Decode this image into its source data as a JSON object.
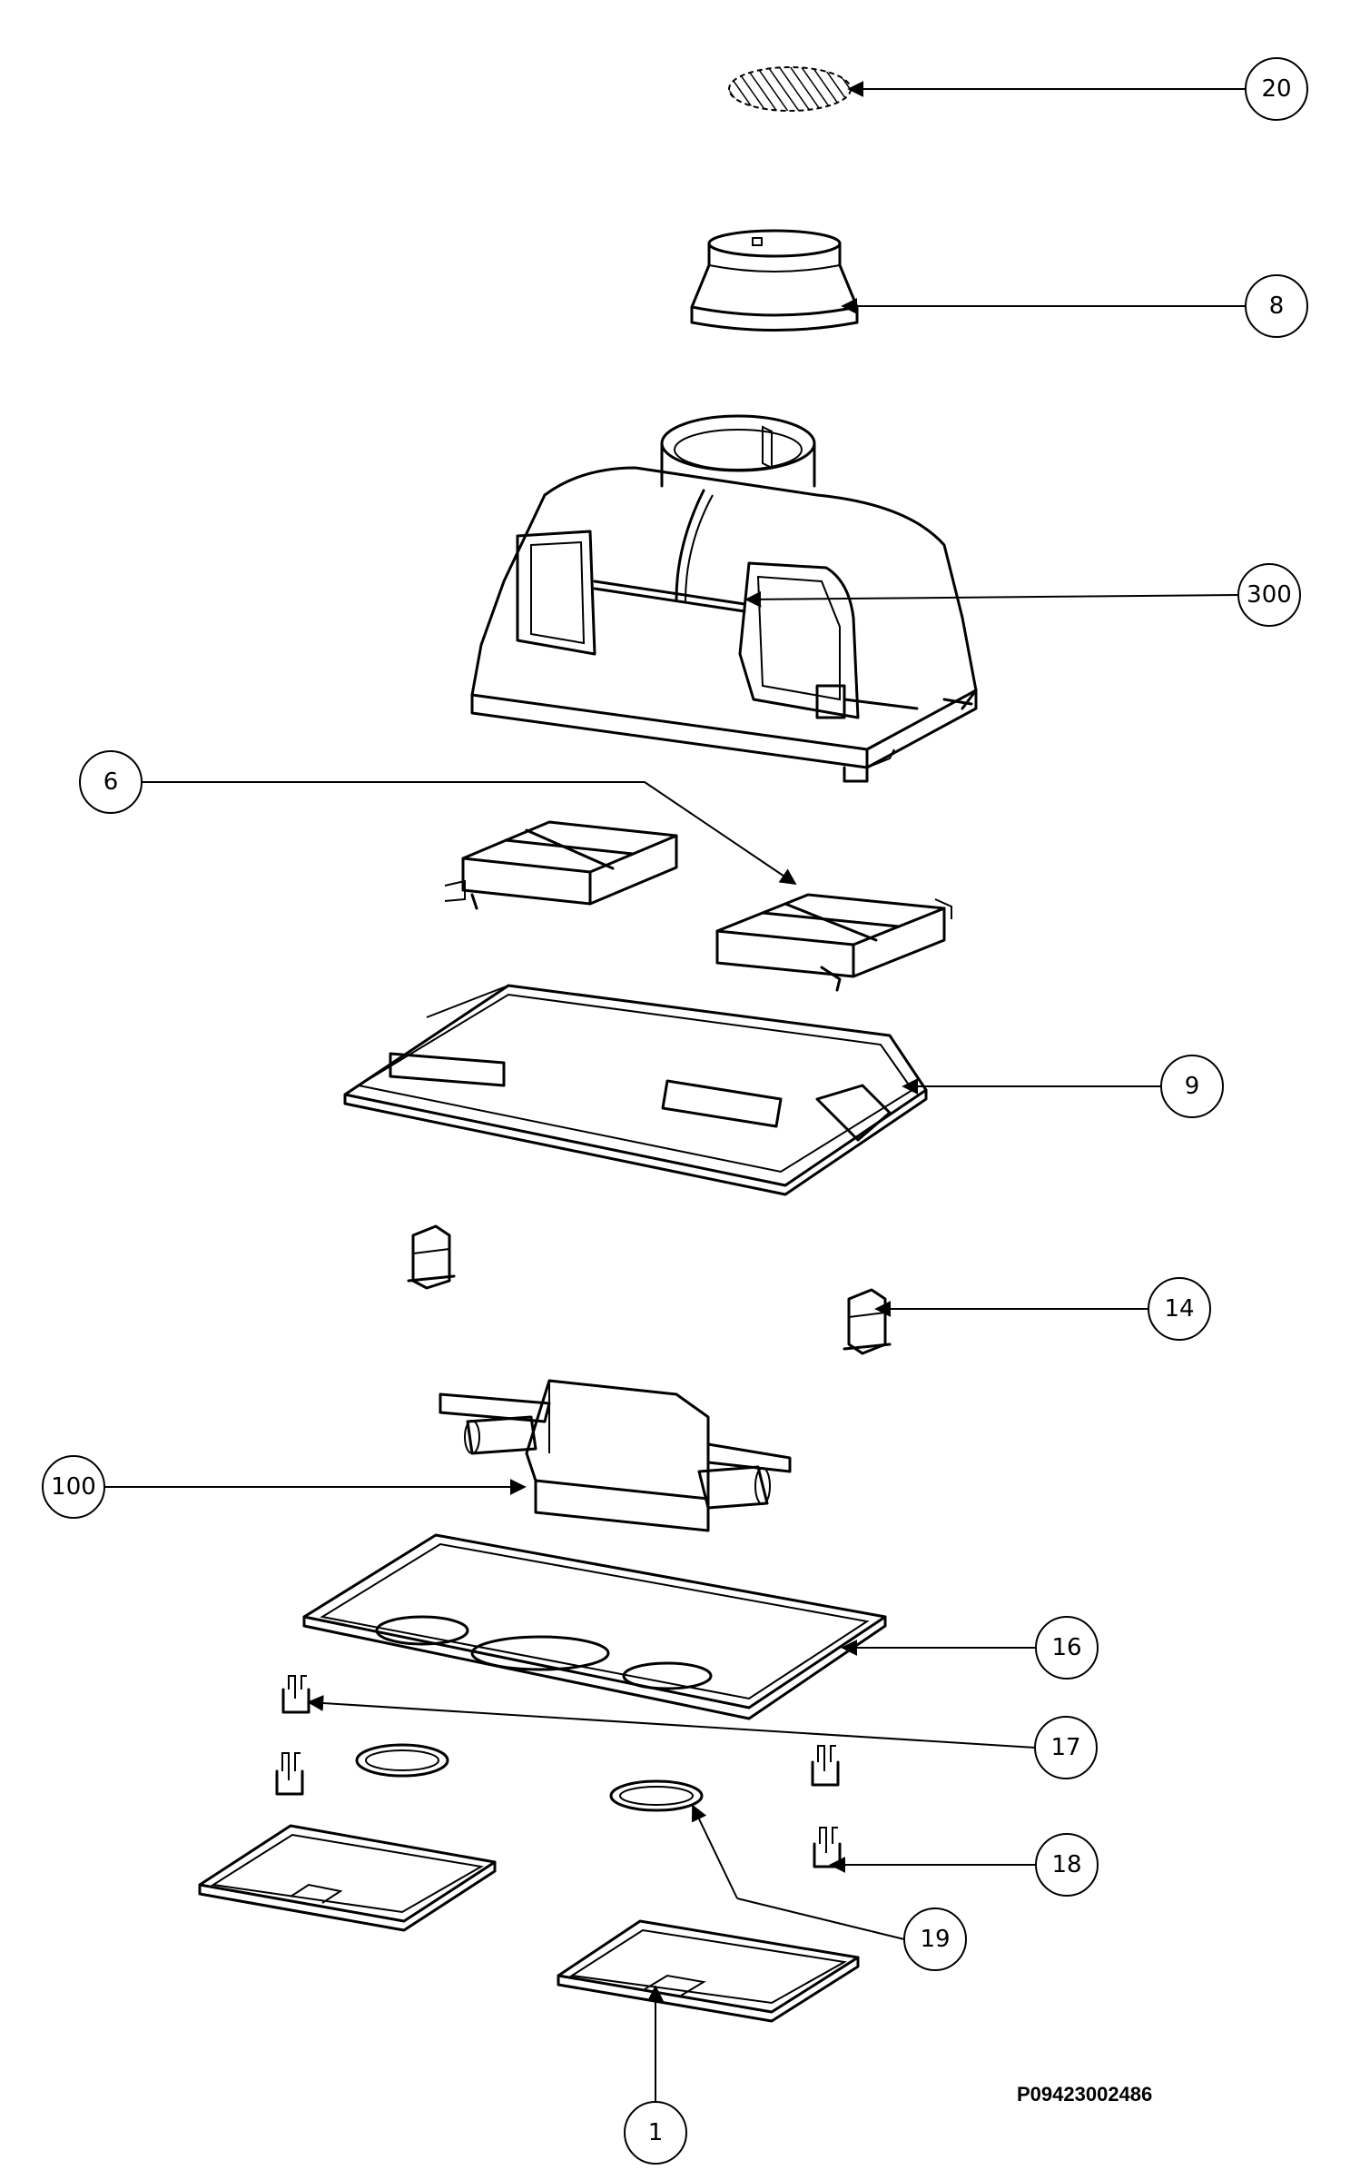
{
  "callouts": [
    {
      "id": "c20",
      "label": "20"
    },
    {
      "id": "c8",
      "label": "8"
    },
    {
      "id": "c300",
      "label": "300"
    },
    {
      "id": "c6",
      "label": "6"
    },
    {
      "id": "c9",
      "label": "9"
    },
    {
      "id": "c14",
      "label": "14"
    },
    {
      "id": "c100",
      "label": "100"
    },
    {
      "id": "c16",
      "label": "16"
    },
    {
      "id": "c17",
      "label": "17"
    },
    {
      "id": "c18",
      "label": "18"
    },
    {
      "id": "c19",
      "label": "19"
    },
    {
      "id": "c1",
      "label": "1"
    }
  ],
  "drawing_code": "P09423002486"
}
